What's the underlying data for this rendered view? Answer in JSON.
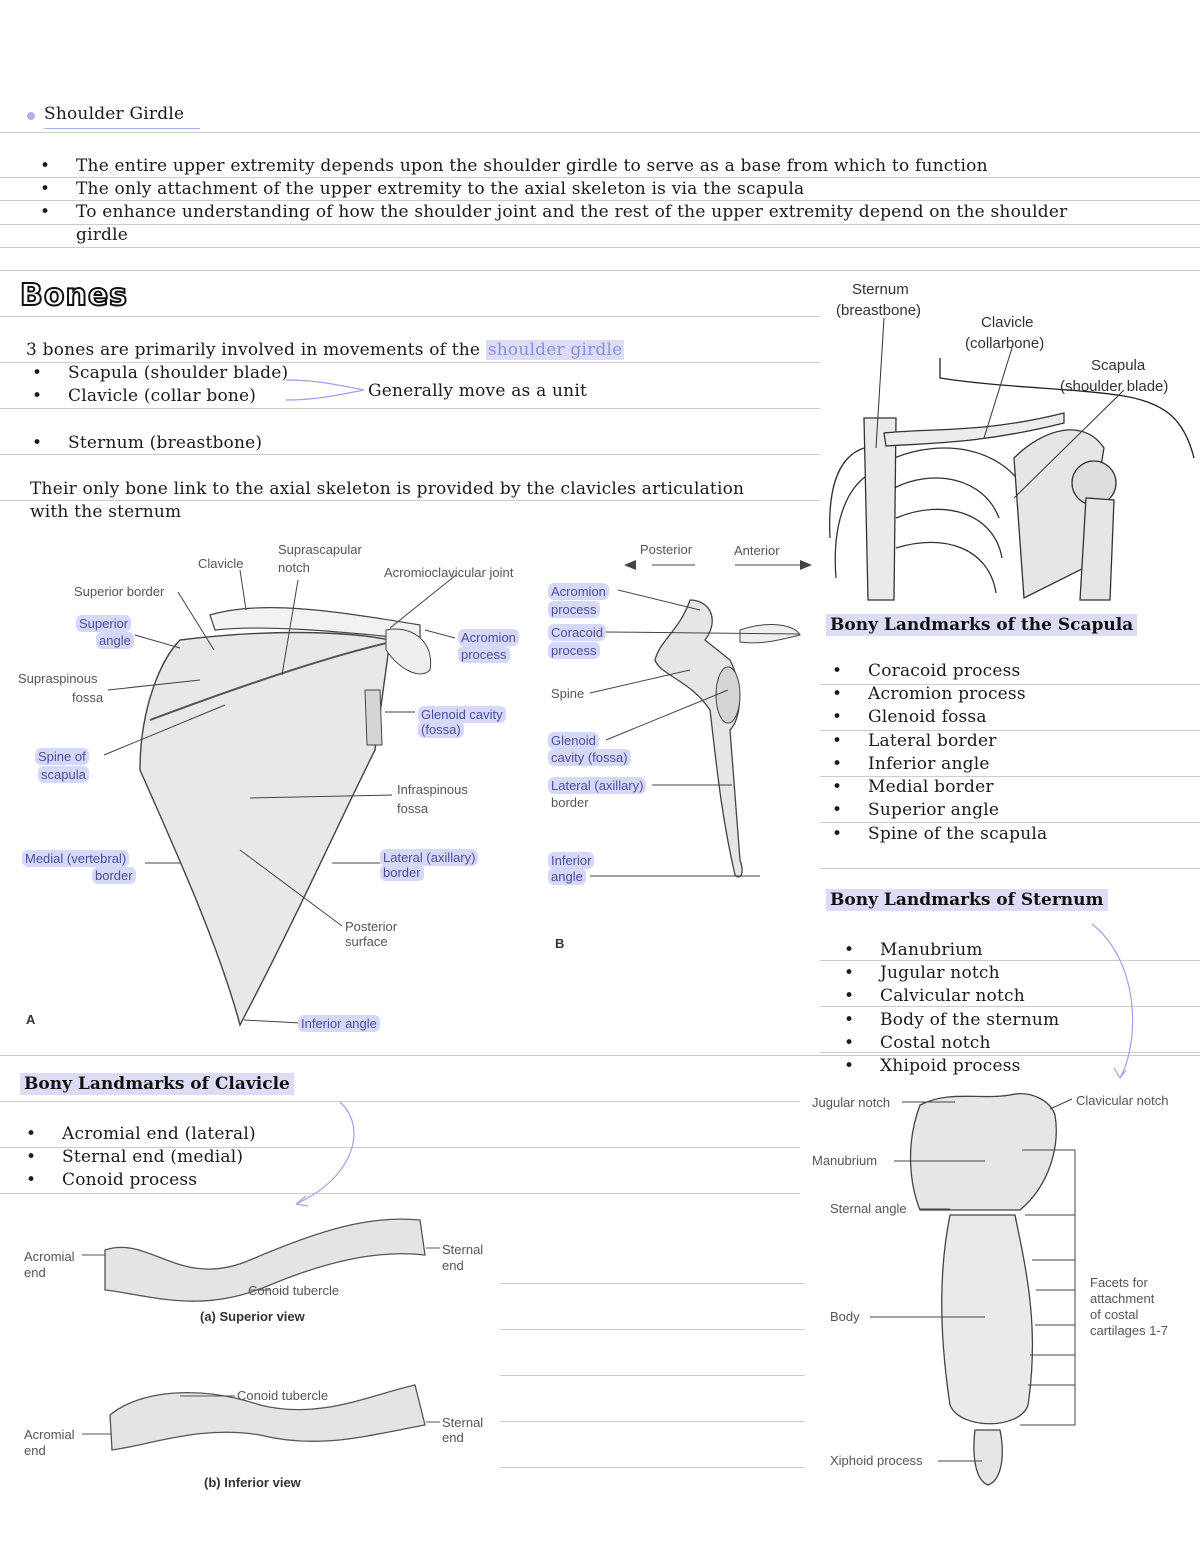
{
  "section": {
    "title": "Shoulder Girdle",
    "bullets": [
      "The entire upper extremity depends upon the shoulder girdle to serve as a base from which to function",
      "The only attachment of the upper extremity to the axial skeleton is via the scapula",
      "To enhance understanding of how the shoulder joint and the rest of the upper extremity depend on the shoulder",
      "girdle"
    ]
  },
  "bones": {
    "heading": "Bones",
    "intro_prefix": "3 bones are primarily involved in movements of the",
    "intro_highlight": "shoulder girdle",
    "items": [
      "Scapula (shoulder blade)",
      "Clavicle (collar bone)",
      "Sternum (breastbone)"
    ],
    "unit_note": "Generally move as a unit",
    "link_line1": "Their only bone link to the axial skeleton is provided by the clavicles articulation",
    "link_line2": "with the sternum"
  },
  "thorax_figure": {
    "labels": [
      "Sternum",
      "(breastbone)",
      "Clavicle",
      "(collarbone)",
      "Scapula",
      "(shoulder blade)"
    ]
  },
  "scapula_figure": {
    "labels_a": {
      "clavicle": "Clavicle",
      "suprascapular": "Suprascapular",
      "notch": "notch",
      "ac_joint": "Acromioclavicular joint",
      "superior_border": "Superior border",
      "superior_angle_1": "Superior",
      "superior_angle_2": "angle",
      "acromion_1": "Acromion",
      "acromion_2": "process",
      "supraspinous_1": "Supraspinous",
      "supraspinous_2": "fossa",
      "glenoid_1": "Glenoid cavity",
      "glenoid_2": "(fossa)",
      "spine_1": "Spine of",
      "spine_2": "scapula",
      "infraspinous_1": "Infraspinous",
      "infraspinous_2": "fossa",
      "medial_1": "Medial (vertebral)",
      "medial_2": "border",
      "lateral_1": "Lateral (axillary)",
      "lateral_2": "border",
      "posterior_1": "Posterior",
      "posterior_2": "surface",
      "inferior_angle": "Inferior angle",
      "panel": "A"
    },
    "labels_b": {
      "posterior": "Posterior",
      "anterior": "Anterior",
      "acromion_1": "Acromion",
      "acromion_2": "process",
      "coracoid_1": "Coracoid",
      "coracoid_2": "process",
      "spine": "Spine",
      "glenoid_1": "Glenoid",
      "glenoid_2": "cavity (fossa)",
      "lateral_1": "Lateral (axillary)",
      "lateral_2": "border",
      "inferior_1": "Inferior",
      "inferior_2": "angle",
      "panel": "B"
    }
  },
  "scapula_landmarks": {
    "heading": "Bony Landmarks of the Scapula",
    "items": [
      "Coracoid process",
      "Acromion process",
      "Glenoid fossa",
      "Lateral border",
      "Inferior angle",
      "Medial border",
      "Superior angle",
      "Spine of the scapula"
    ]
  },
  "sternum_landmarks": {
    "heading": "Bony Landmarks of Sternum",
    "items": [
      "Manubrium",
      "Jugular notch",
      "Calvicular notch",
      "Body of the sternum",
      "Costal notch",
      "Xhipoid process"
    ]
  },
  "clavicle_landmarks": {
    "heading": "Bony Landmarks of Clavicle",
    "items": [
      "Acromial end (lateral)",
      "Sternal end (medial)",
      "Conoid process"
    ]
  },
  "clavicle_figure": {
    "acromial_1": "Acromial",
    "acromial_2": "end",
    "sternal_1": "Sternal",
    "sternal_2": "end",
    "conoid": "Conoid tubercle",
    "superior_caption": "(a) Superior view",
    "inferior_caption": "(b) Inferior view"
  },
  "sternum_figure": {
    "jugular": "Jugular notch",
    "clavicular": "Clavicular notch",
    "manubrium": "Manubrium",
    "sternal_angle": "Sternal angle",
    "body": "Body",
    "facets_1": "Facets for",
    "facets_2": "attachment",
    "facets_3": "of costal",
    "facets_4": "cartilages 1-7",
    "xiphoid": "Xiphoid process"
  }
}
